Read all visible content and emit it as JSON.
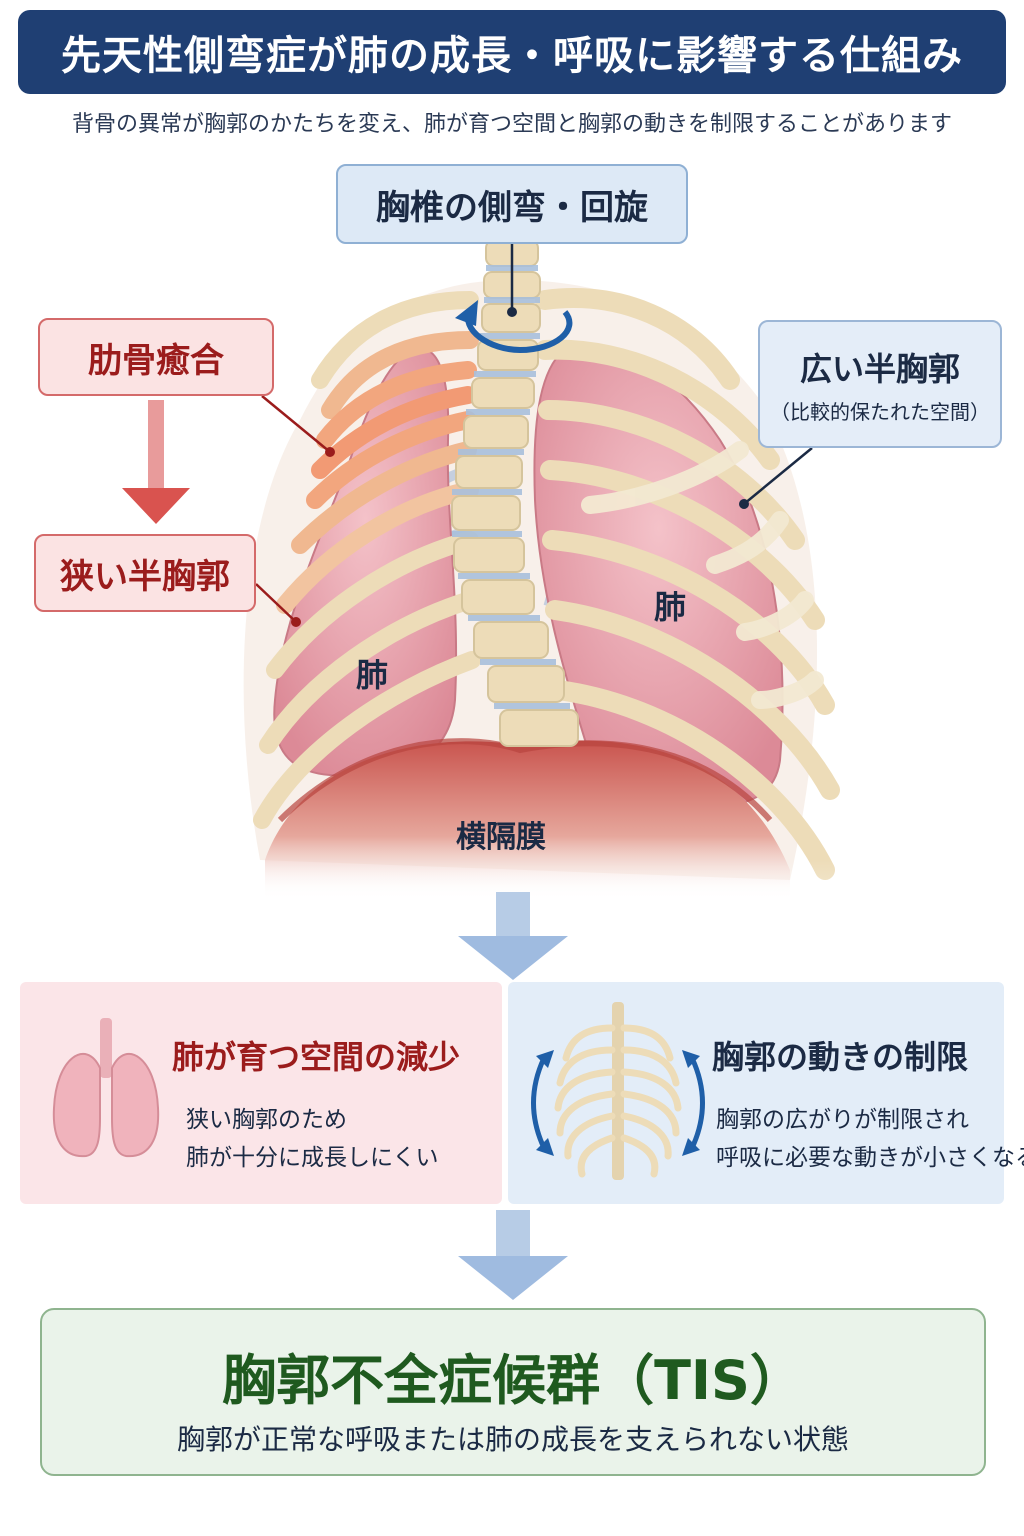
{
  "header": {
    "title": "先天性側弯症が肺の成長・呼吸に影響する仕組み",
    "subtitle": "背骨の異常が胸郭のかたちを変え、肺が育つ空間と胸郭の動きを制限することがあります"
  },
  "labels": {
    "spine": "胸椎の側弯・回旋",
    "rib_fusion": "肋骨癒合",
    "narrow_hemithorax": "狭い半胸郭",
    "wide_hemithorax": "広い半胸郭",
    "wide_hemithorax_note": "（比較的保たれた空間）",
    "lung_left": "肺",
    "lung_right": "肺",
    "diaphragm": "横隔膜"
  },
  "panels": {
    "left": {
      "title": "肺が育つ空間の減少",
      "line1": "狭い胸郭のため",
      "line2": "肺が十分に成長しにくい"
    },
    "right": {
      "title": "胸郭の動きの制限",
      "line1": "胸郭の広がりが制限され",
      "line2": "呼吸に必要な動きが小さくなる"
    }
  },
  "result": {
    "title": "胸郭不全症候群（TIS）",
    "subtitle": "胸郭が正常な呼吸または肺の成長を支えられない状態"
  },
  "colors": {
    "title_bg": "#1f3f73",
    "red_accent": "#9b1c1c",
    "blue_accent": "#1f5fa8",
    "green_accent": "#1f5a1f",
    "lung": "#e79aa6",
    "bone": "#eddcb8"
  },
  "icons": {
    "rotation": "rotation-arrow-icon",
    "lungs": "lungs-icon",
    "ribcage": "ribcage-icon",
    "flow": "down-arrow-icon"
  }
}
